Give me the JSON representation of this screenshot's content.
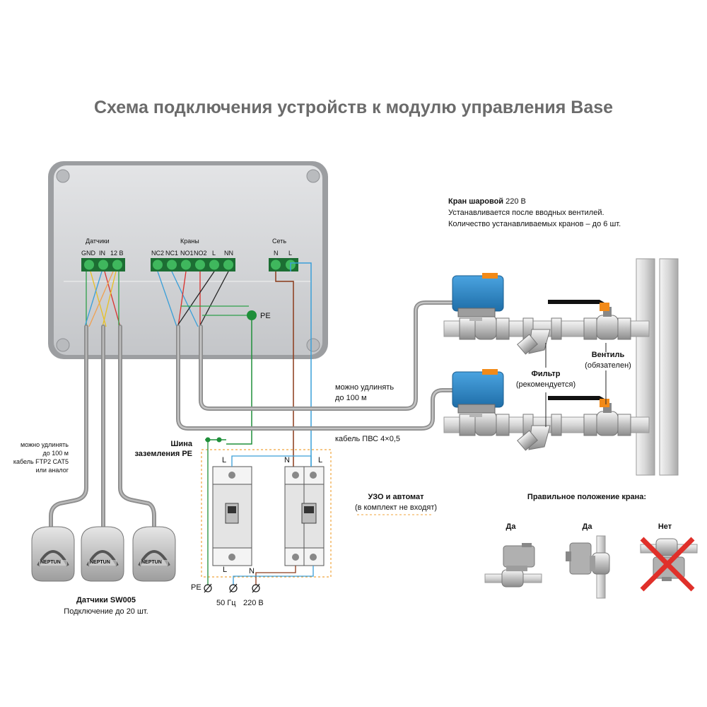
{
  "title": "Схема подключения устройств к модулю управления Base",
  "module": {
    "group_sensors": "Датчики",
    "group_valves": "Краны",
    "group_power": "Сеть",
    "sensor_terminals": [
      "GND",
      "IN",
      "12 B"
    ],
    "valve_terminals": [
      "NC2",
      "NC1",
      "NO1",
      "NO2",
      "L",
      "NN"
    ],
    "power_terminals": [
      "N",
      "L"
    ],
    "pe_label": "PE"
  },
  "ball_valve": {
    "title": "Кран шаровой",
    "voltage": "220 В",
    "line1": "Устанавливается после вводных вентилей.",
    "line2": "Количество устанавливаемых кранов – до 6 шт."
  },
  "valve_cable_extend": {
    "line1": "можно удлинять",
    "line2": "до 100 м"
  },
  "valve_cable_type": "кабель ПВС 4×0,5",
  "filter": {
    "title": "Фильтр",
    "note": "(рекомендуется)"
  },
  "shutoff": {
    "title": "Вентиль",
    "note": "(обязателен)"
  },
  "sensor_cable": {
    "line1": "можно удлинять",
    "line2": "до 100 м",
    "line3": "кабель FTP2 CAT5",
    "line4": "или аналог"
  },
  "ground_bus": {
    "line1": "Шина",
    "line2": "заземления PE"
  },
  "breakers": {
    "title": "УЗО и автомат",
    "note": "(в комплект не входят)",
    "top_labels": [
      "L",
      "N",
      "L"
    ],
    "bottom_labels": [
      "L",
      "N"
    ],
    "pe": "PE",
    "freq": "50 Гц",
    "voltage": "220 В"
  },
  "sensors": {
    "title": "Датчики SW005",
    "note": "Подключение до 20 шт.",
    "brand": "NEPTUN"
  },
  "position": {
    "title": "Правильное положение крана:",
    "yes1": "Да",
    "yes2": "Да",
    "no": "Нет"
  },
  "colors": {
    "title": "#6b6b6b",
    "module_body": "#d3d4d6",
    "terminal": "#2ea04a",
    "ground": "#1f8f3a",
    "wire_red": "#d9302c",
    "wire_blue": "#3a9fd8",
    "wire_brown": "#8b3a1a",
    "wire_yellow": "#e8c020",
    "actuator": "#2f86c9",
    "pipe": "#d8d8d8",
    "cross": "#e0302a",
    "breaker_box": "#f0a53c"
  }
}
